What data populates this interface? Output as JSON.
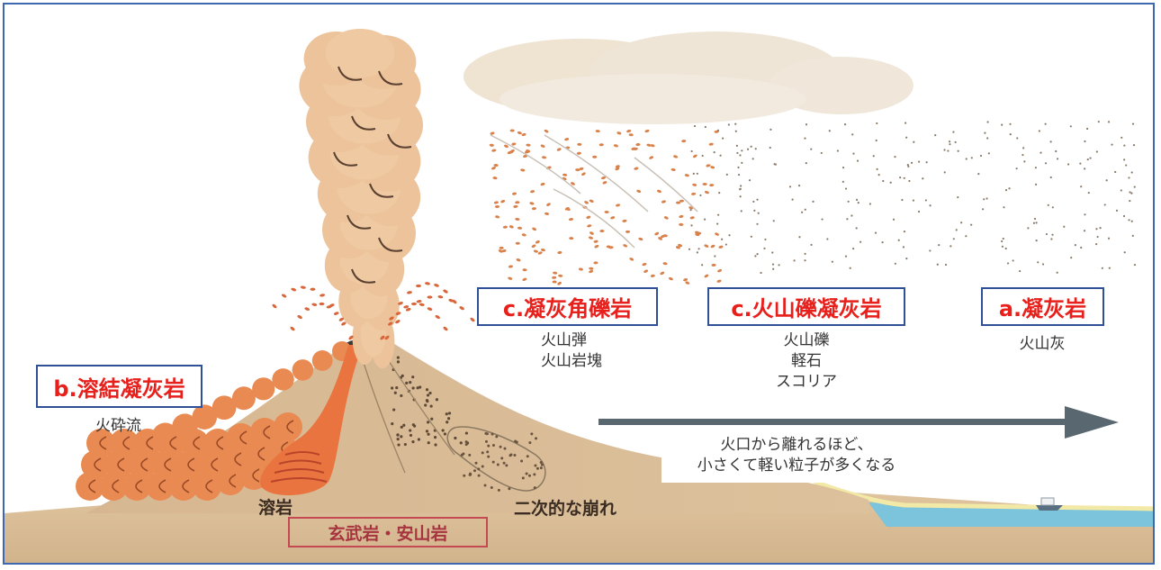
{
  "labels": {
    "tuff": {
      "title": "a.凝灰岩",
      "items": [
        "火山灰"
      ]
    },
    "welded_tuff": {
      "title": "b.溶結凝灰岩",
      "items": [
        "火砕流"
      ]
    },
    "tuff_breccia": {
      "title": "c.凝灰角礫岩",
      "items": [
        "火山弾",
        "火山岩塊"
      ]
    },
    "lapilli_tuff": {
      "title": "c.火山礫凝灰岩",
      "items": [
        "火山礫",
        "軽石",
        "スコリア"
      ]
    }
  },
  "lava_label": "溶岩",
  "rock_types_label": "玄武岩・安山岩",
  "collapse_label": "二次的な崩れ",
  "arrow_note": [
    "火口から離れるほど、",
    "小さくて軽い粒子が多くなる"
  ],
  "colors": {
    "border": "#3d68b0",
    "label_box_border": "#2f4f96",
    "label_title": "#e8201c",
    "ground": "#d9bd96",
    "plume": "#ecc39a",
    "lava": "#e9743f",
    "particle": "#d9814a",
    "sea": "#7cc4dc",
    "arrow": "#596870"
  }
}
